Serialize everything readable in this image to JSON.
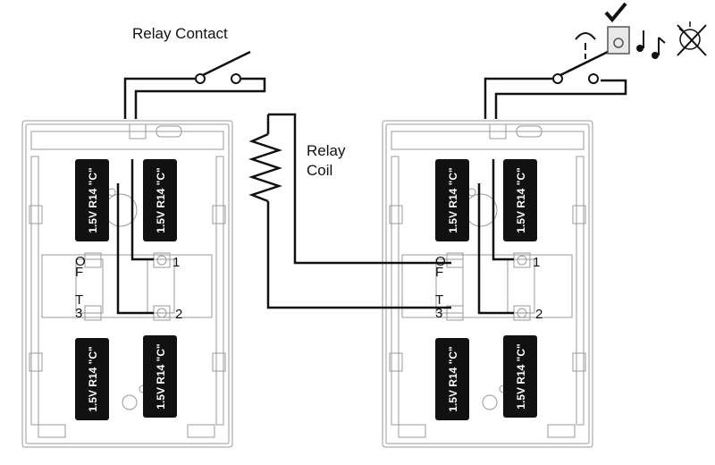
{
  "labels": {
    "relay_contact": "Relay Contact",
    "relay": "Relay",
    "coil": "Coil"
  },
  "battery_label": "1.5V R14 \"C\"",
  "terminals": {
    "o": "O",
    "f": "F",
    "t": "T",
    "three": "3",
    "one": "1",
    "two": "2"
  },
  "icons": [
    "check-icon",
    "bell-icon",
    "musical-notes-icon",
    "light-off-icon"
  ]
}
